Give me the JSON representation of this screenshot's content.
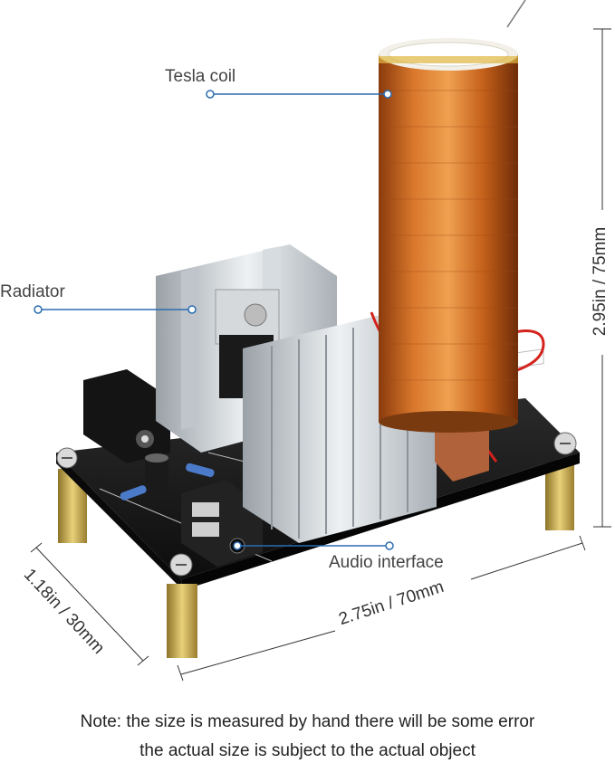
{
  "callouts": {
    "tesla_coil": "Tesla coil",
    "radiator": "Radiator",
    "audio_interface": "Audio interface"
  },
  "dimensions": {
    "height": "2.95in / 75mm",
    "width": "2.75in / 70mm",
    "depth": "1.18in / 30mm"
  },
  "note": {
    "line1": "Note: the size is measured by hand there will be some error",
    "line2": "the actual size is subject to the actual object"
  },
  "colors": {
    "callout_line": "#2b6cb0",
    "coil_copper": "#c8641c",
    "pcb": "#1b1b1b",
    "heatsink": "#c9ced3",
    "standoff_brass": "#c8a84a"
  }
}
